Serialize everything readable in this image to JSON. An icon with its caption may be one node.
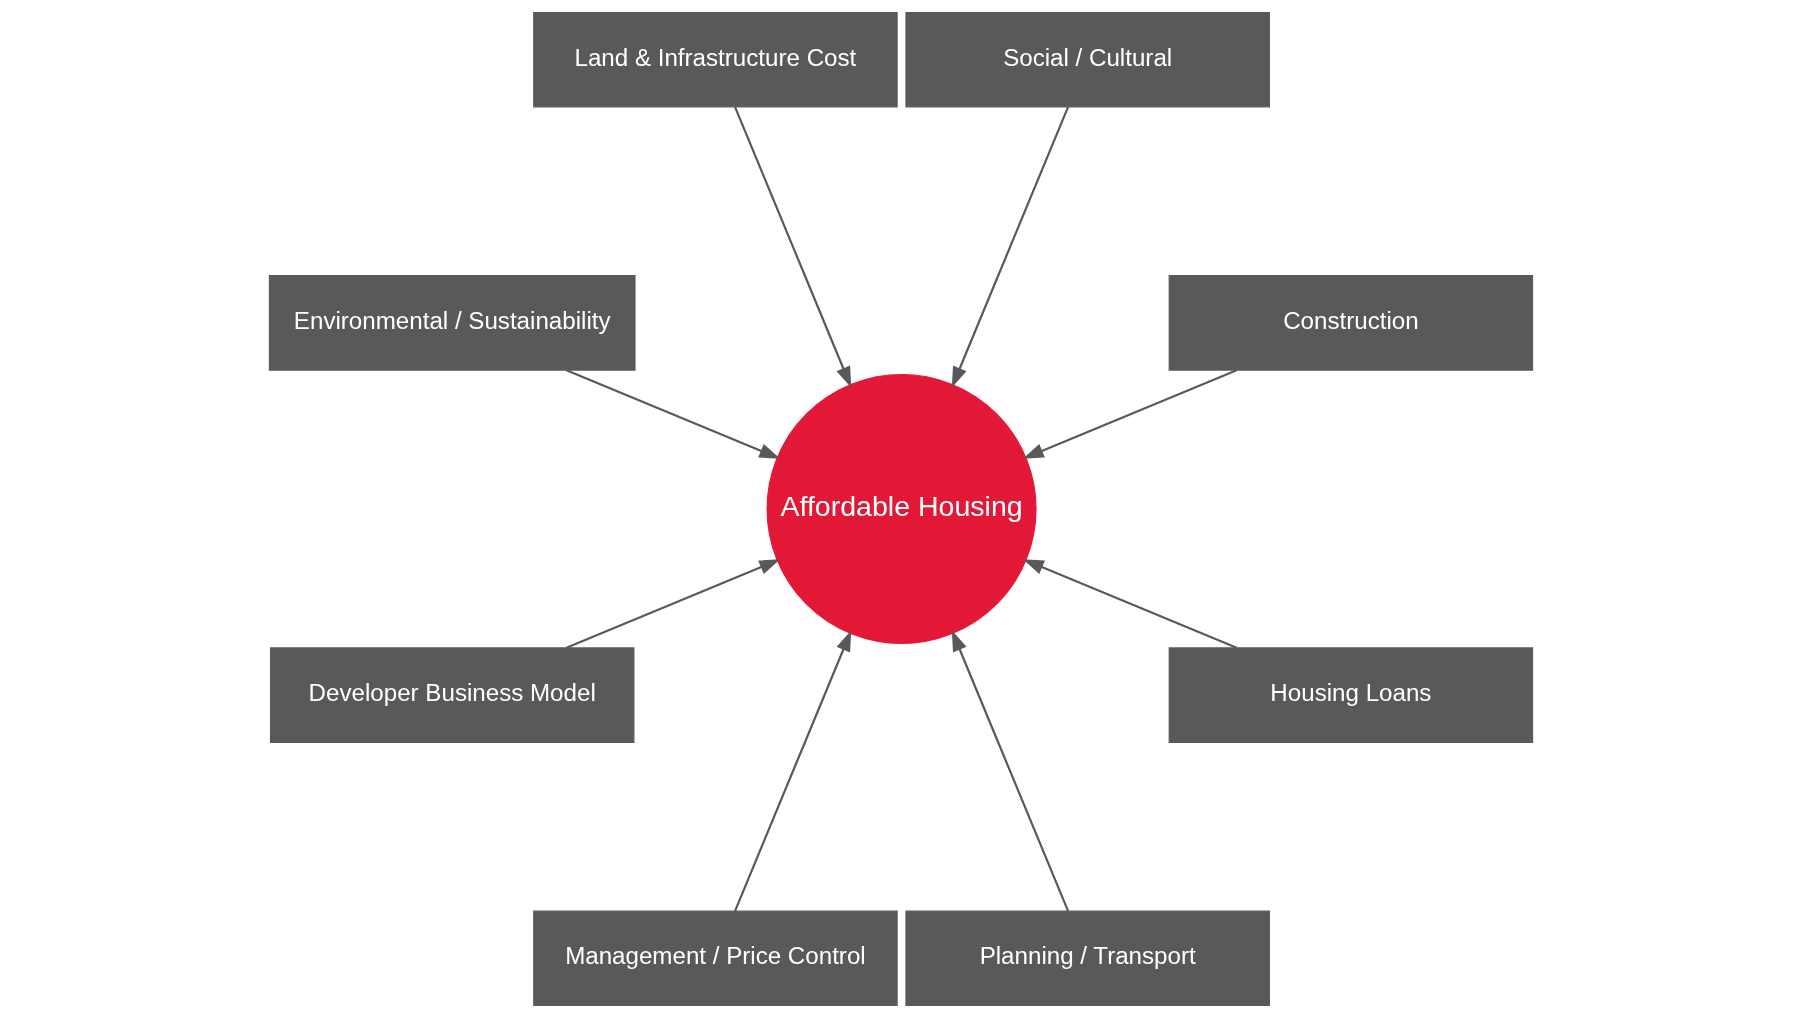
{
  "diagram": {
    "nodes": [
      {
        "text": [
          "Construction"
        ]
      },
      {
        "text": [
          "Social / Cultural"
        ]
      },
      {
        "text": [
          "Land & Infrastructure Cost"
        ]
      },
      {
        "text": [
          "Affordable Housing"
        ]
      },
      {
        "text": [
          "Environmental / Sustainability"
        ]
      },
      {
        "text": [
          "Developer Business Model"
        ]
      },
      {
        "text": [
          "Management / Price Control"
        ]
      },
      {
        "text": [
          "Planning / Transport"
        ]
      },
      {
        "text": [
          "Housing Loans"
        ]
      }
    ],
    "edges": [
      {
        "from": 0,
        "to": 3,
        "arrow": "to"
      },
      {
        "from": 1,
        "to": 3,
        "arrow": "to"
      },
      {
        "from": 2,
        "to": 3,
        "arrow": "to"
      },
      {
        "from": 4,
        "to": 3,
        "arrow": "to"
      },
      {
        "from": 5,
        "to": 3,
        "arrow": "to"
      },
      {
        "from": 6,
        "to": 3,
        "arrow": "to"
      },
      {
        "from": 7,
        "to": 3,
        "arrow": "to"
      },
      {
        "from": 8,
        "to": 3,
        "arrow": "to"
      }
    ]
  }
}
